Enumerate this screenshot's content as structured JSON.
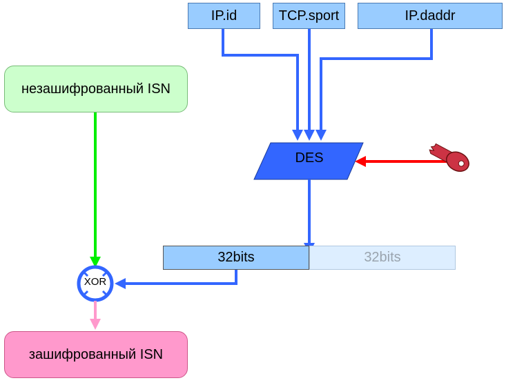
{
  "inputs": {
    "ip_id": "IP.id",
    "tcp_sport": "TCP.sport",
    "ip_daddr": "IP.daddr"
  },
  "des_label": "DES",
  "plain_isn": "незашифрованный ISN",
  "bits": {
    "high": "32bits",
    "low": "32bits"
  },
  "xor_label": "XOR",
  "encrypted_isn": "зашифрованный ISN",
  "colors": {
    "input_fill": "#99ccff",
    "des_fill": "#3366ff",
    "flow_arrow": "#3366ff",
    "key_arrow": "#ff0000",
    "green_arrow": "#00ff00",
    "pink_arrow": "#ff99cc",
    "plain_fill": "#ccffcc",
    "encrypted_fill": "#ff99cc",
    "key_fill": "#cc3344"
  },
  "icons": {
    "key": "key-icon"
  }
}
